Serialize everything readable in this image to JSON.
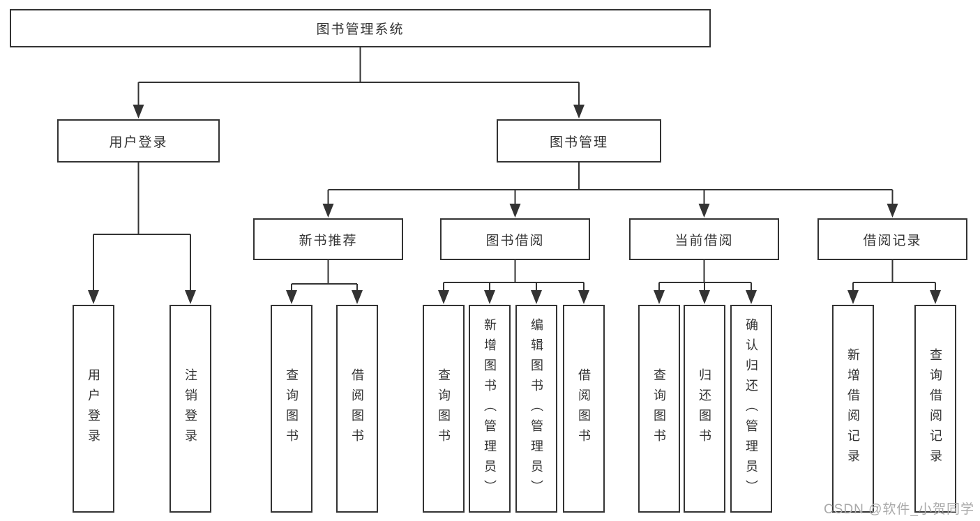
{
  "colors": {
    "line": "#333333",
    "text": "#333333",
    "box_fill": "#ffffff",
    "background": "#ffffff",
    "watermark": "#a9a9a9"
  },
  "tree": {
    "root": "图书管理系统",
    "children": [
      {
        "label": "用户登录",
        "children": [
          "用户登录",
          "注销登录"
        ]
      },
      {
        "label": "图书管理",
        "children": [
          {
            "label": "新书推荐",
            "children": [
              "查询图书",
              "借阅图书"
            ]
          },
          {
            "label": "图书借阅",
            "children": [
              "查询图书",
              "新增图书（管理员）",
              "编辑图书（管理员）",
              "借阅图书"
            ]
          },
          {
            "label": "当前借阅",
            "children": [
              "查询图书",
              "归还图书",
              "确认归还（管理员）"
            ]
          },
          {
            "label": "借阅记录",
            "children": [
              "新增借阅记录",
              "查询借阅记录"
            ]
          }
        ]
      }
    ]
  },
  "watermark": {
    "text": "CSDN @软件_小贺同学"
  }
}
